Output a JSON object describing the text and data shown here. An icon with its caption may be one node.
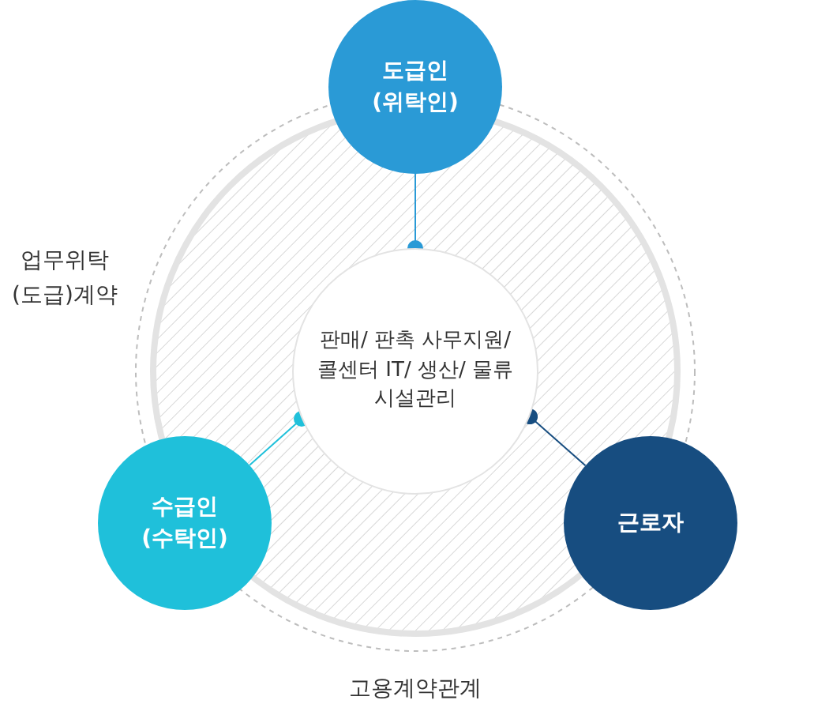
{
  "diagram": {
    "nodes": [
      {
        "text": [
          "판매/ 판촉 사무지원/ 콜센터 IT/ 생산/ 물류 시설관리"
        ]
      },
      {
        "text": [
          "도급인 (위탁인)"
        ]
      },
      {
        "text": [
          "수급인 (수탁인)"
        ]
      },
      {
        "text": [
          "근로자"
        ]
      }
    ],
    "edges": [
      {
        "from": 1,
        "to": 0,
        "arrow": "other",
        "color": "#2a9ad6"
      },
      {
        "from": 2,
        "to": 0,
        "arrow": "other",
        "color": "#1fc0da"
      },
      {
        "from": 3,
        "to": 0,
        "arrow": "other",
        "color": "#174d80"
      }
    ],
    "labels": [
      "업무위탁 (도급)계약",
      "고용계약관계"
    ]
  }
}
